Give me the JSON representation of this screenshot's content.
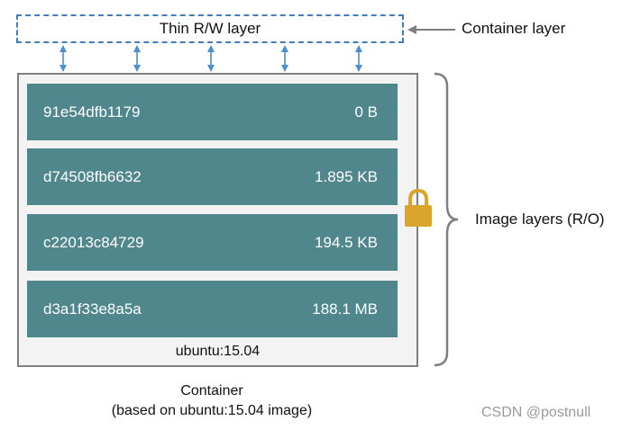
{
  "container_layer": {
    "box_label": "Thin R/W layer",
    "side_label": "Container layer"
  },
  "image_layers": {
    "layers": [
      {
        "id": "91e54dfb1179",
        "size": "0 B"
      },
      {
        "id": "d74508fb6632",
        "size": "1.895 KB"
      },
      {
        "id": "c22013c84729",
        "size": "194.5 KB"
      },
      {
        "id": "d3a1f33e8a5a",
        "size": "188.1 MB"
      }
    ],
    "image_name": "ubuntu:15.04",
    "side_label": "Image layers (R/O)",
    "lock_icon": "lock-icon"
  },
  "caption": {
    "line1": "Container",
    "line2": "(based on ubuntu:15.04 image)"
  },
  "watermark": "CSDN @postnull",
  "colors": {
    "layer_fill": "#4f878c",
    "dashed_border": "#3f7dbf",
    "arrow_blue": "#4a8fd0",
    "lock_gold": "#d9a52a"
  }
}
